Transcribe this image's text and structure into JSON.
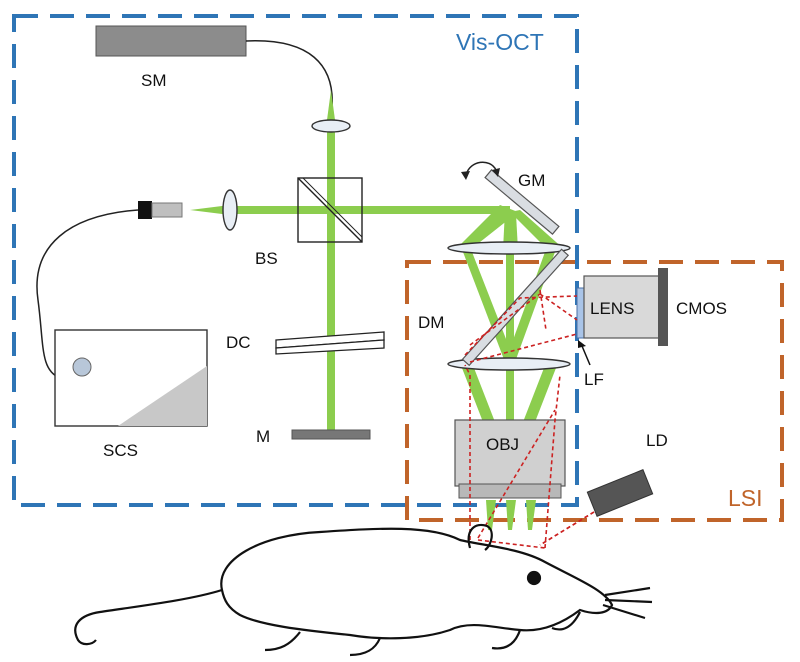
{
  "diagram": {
    "visoct_title": "Vis-OCT",
    "lsi_title": "LSI",
    "labels": {
      "sm": "SM",
      "bs": "BS",
      "gm": "GM",
      "dm": "DM",
      "dc": "DC",
      "m": "M",
      "scs": "SCS",
      "obj": "OBJ",
      "lens": "LENS",
      "cmos": "CMOS",
      "lf": "LF",
      "ld": "LD"
    },
    "colors": {
      "visoct_box": "#2e75b6",
      "lsi_box": "#c0642a",
      "beam": "#8ccd4e",
      "laser_path": "#cc2222",
      "component_gray": "#8c8c8c"
    }
  }
}
